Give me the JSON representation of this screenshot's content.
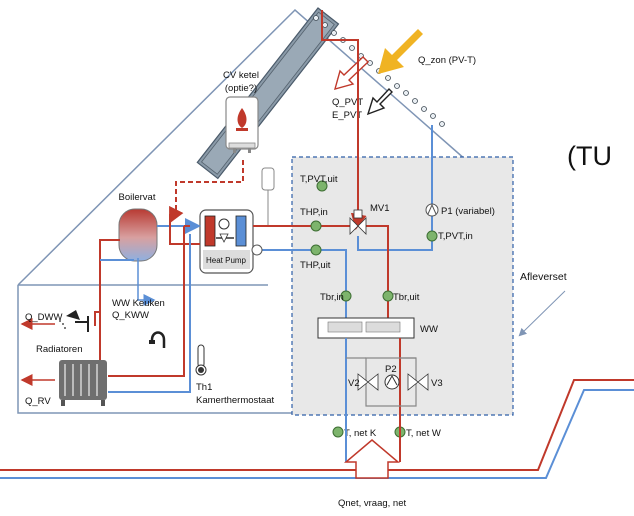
{
  "title_fragment": "(TU",
  "labels": {
    "q_zon": "Q_zon (PV-T)",
    "cv_ketel_line1": "CV ketel",
    "cv_ketel_line2": "(optie?)",
    "q_pvt": "Q_PVT",
    "e_pvt": "E_PVT",
    "t_pvt_uit": "T,PVT,uit",
    "boilervat": "Boilervat",
    "thp_in": "THP,in",
    "mv1": "MV1",
    "p1": "P1 (variabel)",
    "t_pvt_in": "T,PVT,in",
    "heat_pump": "Heat Pump",
    "thp_uit": "THP,uit",
    "afleverset": "Afleverset",
    "tbr_in": "Tbr,in",
    "tbr_uit": "Tbr,uit",
    "ww_keuken": "WW Keuken",
    "q_kww": "Q_KWW",
    "q_dww": "Q_DWW",
    "ww": "WW",
    "radiatoren": "Radiatoren",
    "p2": "P2",
    "v2": "V2",
    "v3": "V3",
    "th1": "Th1",
    "kamerthermostaat": "Kamerthermostaat",
    "q_rv": "Q_RV",
    "t_net_k": "T, net K",
    "t_net_w": "T, net W",
    "q_net": "Qnet, vraag, net"
  },
  "colors": {
    "hot": "#c0392b",
    "cold": "#5b8fd6",
    "sensor": "#7db46c",
    "solar_arrow": "#f0b323",
    "house_line": "#7f95b5",
    "afleverset_box": "#2f5fa8"
  }
}
